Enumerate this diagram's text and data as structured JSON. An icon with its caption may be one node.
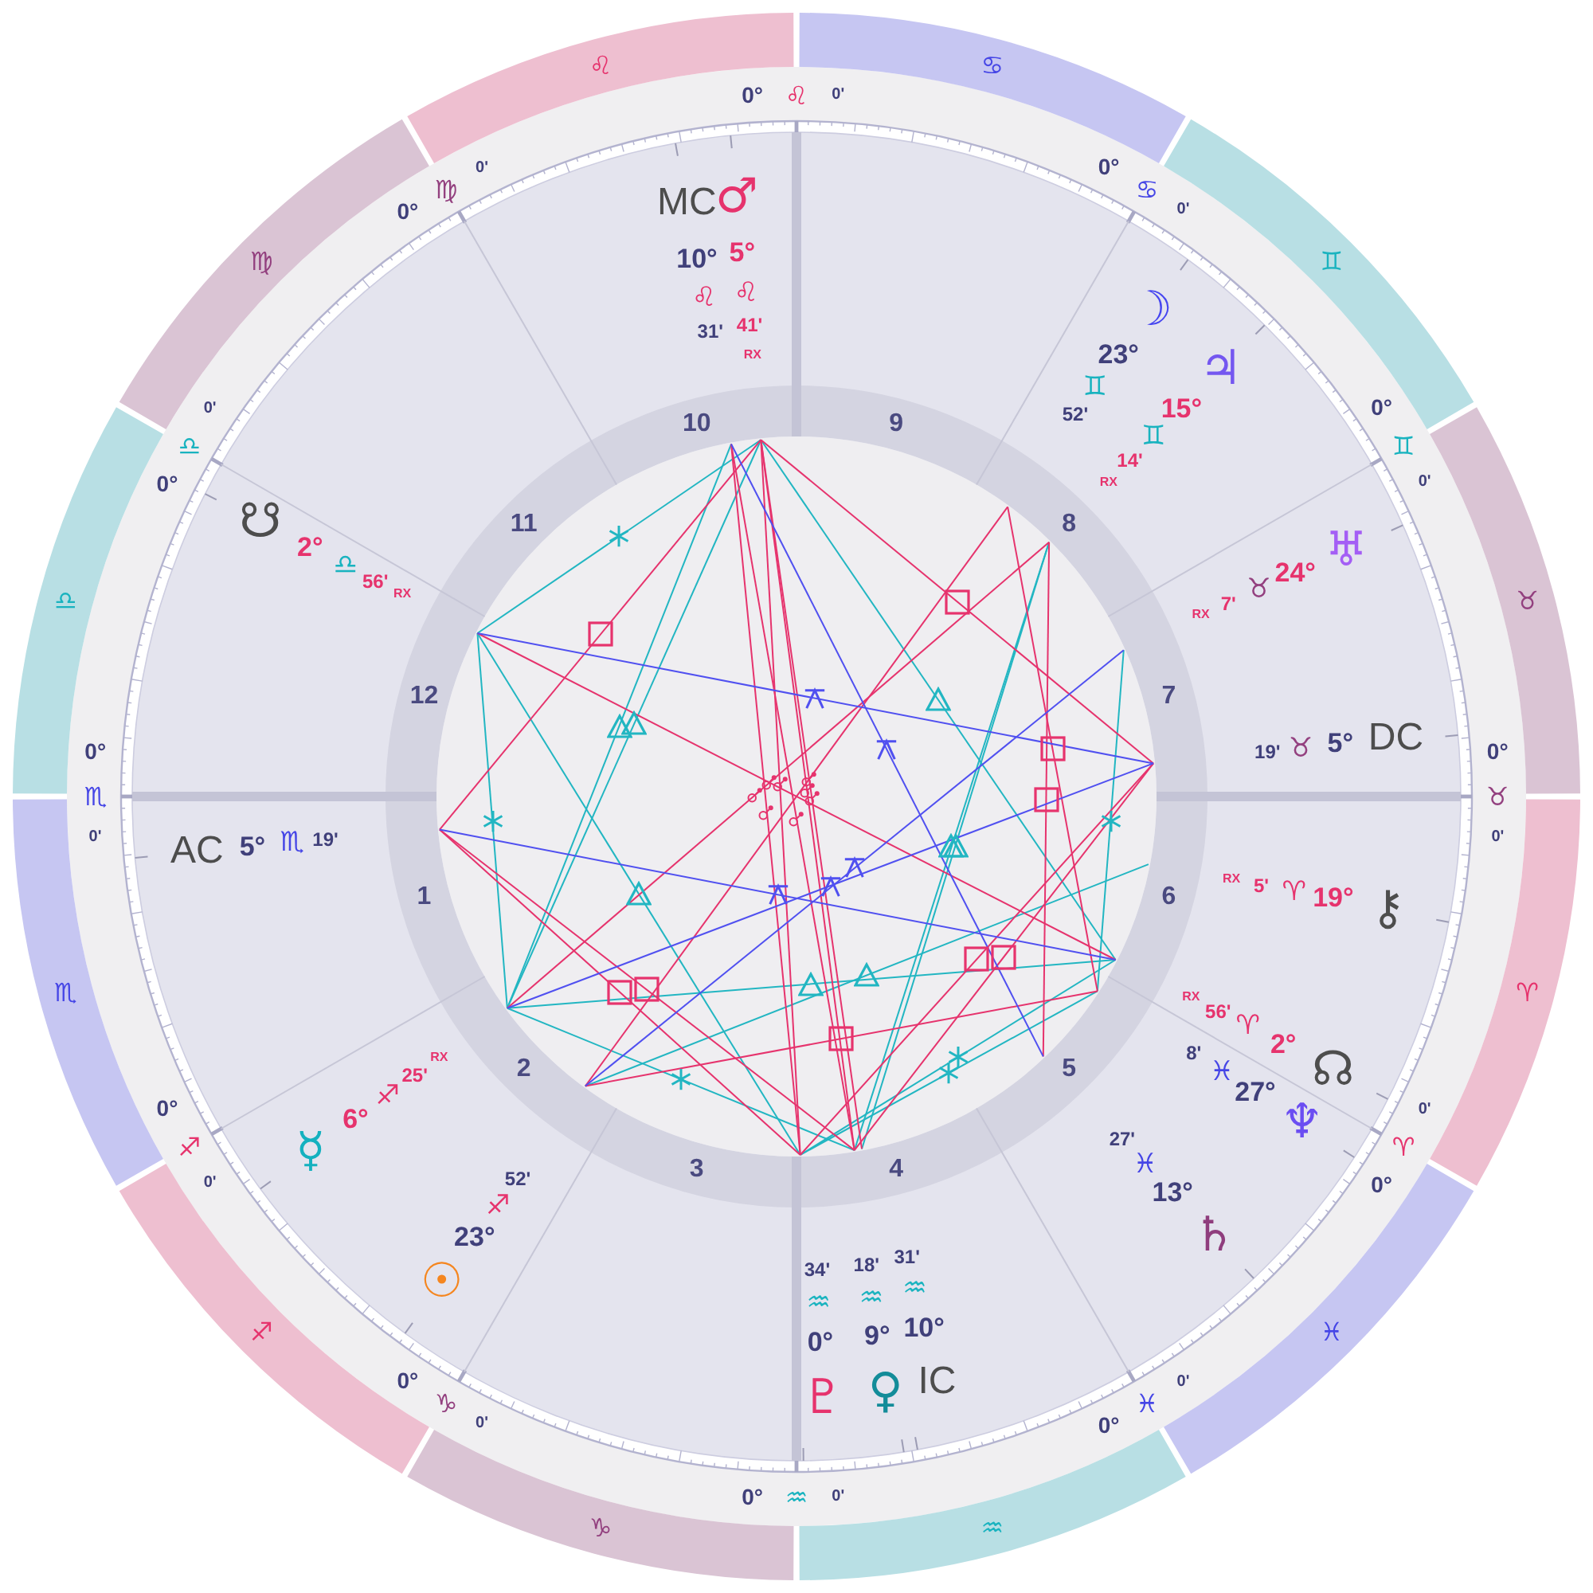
{
  "diagram": {
    "nodes": [
      {
        "text": [
          "♌"
        ]
      },
      {
        "text": [
          "♋"
        ]
      },
      {
        "text": [
          "♊"
        ]
      },
      {
        "text": [
          "♉"
        ]
      },
      {
        "text": [
          "♈"
        ]
      },
      {
        "text": [
          "♓"
        ]
      },
      {
        "text": [
          "♒"
        ]
      },
      {
        "text": [
          "♑"
        ]
      },
      {
        "text": [
          "♐"
        ]
      },
      {
        "text": [
          "♏"
        ]
      },
      {
        "text": [
          "♎"
        ]
      },
      {
        "text": [
          "♍"
        ]
      }
    ],
    "labels": [
      "MC",
      "10°",
      "♌",
      "31'",
      "♂",
      "5°",
      "♌",
      "41'",
      "RX",
      "0°",
      "♌",
      "0'",
      "0°",
      "♋",
      "0'",
      "☽",
      "23°",
      "♊",
      "52'",
      "♃",
      "15°",
      "♊",
      "14'",
      "RX",
      "0°",
      "♊",
      "0'",
      "♅",
      "24°",
      "♉",
      "7'",
      "RX",
      "DC",
      "5°",
      "♉",
      "19'",
      "0°",
      "♉",
      "0'",
      "⚷",
      "19°",
      "♈",
      "5'",
      "RX",
      "☊",
      "2°",
      "♈",
      "56'",
      "RX",
      "0°",
      "♈",
      "0'",
      "♆",
      "27°",
      "♓",
      "8'",
      "♄",
      "13°",
      "♓",
      "27'",
      "0°",
      "♓",
      "0'",
      "IC",
      "10°",
      "♒",
      "31'",
      "♀",
      "9°",
      "♒",
      "18'",
      "♇",
      "0°",
      "♒",
      "34'",
      "0°",
      "♒",
      "0'",
      "0°",
      "♑",
      "0'",
      "☉",
      "23°",
      "♐",
      "52'",
      "☿",
      "6°",
      "♐",
      "25'",
      "RX",
      "0°",
      "♐",
      "0'",
      "AC",
      "5°",
      "♏",
      "19'",
      "0°",
      "♏",
      "0'",
      "☋",
      "2°",
      "♎",
      "56'",
      "RX",
      "0°",
      "♎",
      "0'",
      "0°",
      "♍",
      "0'",
      "10",
      "9",
      "8",
      "7",
      "6",
      "5",
      "4",
      "3",
      "2",
      "1",
      "12",
      "11"
    ]
  }
}
